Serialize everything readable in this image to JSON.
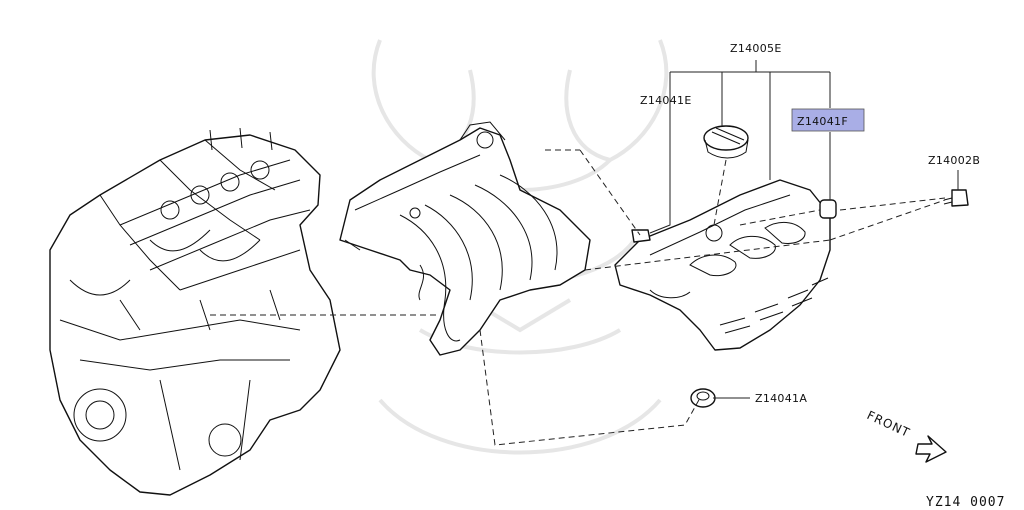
{
  "callouts": {
    "z14005e": "Z14005E",
    "z14041e": "Z14041E",
    "z14041f": "Z14041F",
    "z14002b": "Z14002B",
    "z14041a": "Z14041A"
  },
  "highlight_color": "#a9aee6",
  "front_label": "FRONT",
  "diagram_code": "YZ14 0007"
}
